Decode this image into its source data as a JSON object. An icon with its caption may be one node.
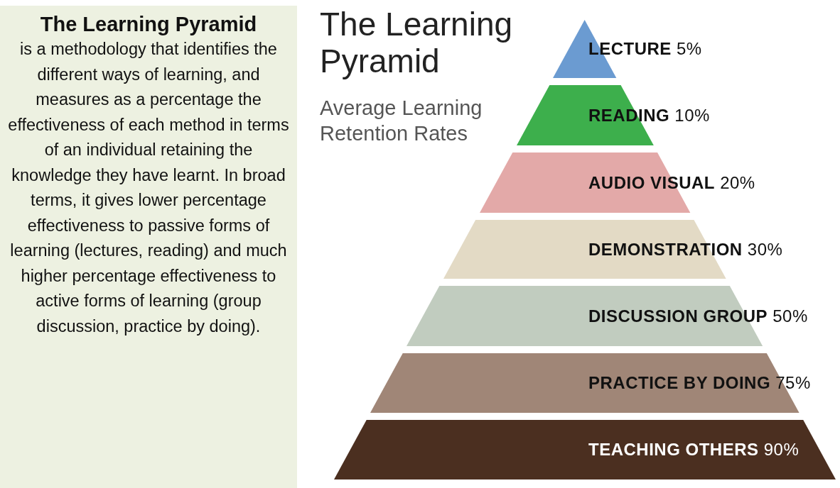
{
  "diagram": {
    "title": "The Learning Pyramid",
    "nodes": [
      {
        "text": [
          "The Learning Pyramid",
          "is a methodology that identifies the different ways of learning, and measures as a percentage the effectiveness of each method in terms of an individual retaining the knowledge they have learnt. In broad terms, it gives lower percentage effectiveness to passive forms of learning (lectures, reading) and much higher percentage effectiveness to active forms of learning (group discussion, practice by doing)."
        ]
      },
      {
        "text": [
          "**LECTURE** 5%"
        ]
      },
      {
        "text": [
          "**READING** 10%"
        ]
      },
      {
        "text": [
          "**AUDIO VISUAL** 20%"
        ]
      },
      {
        "text": [
          "**DEMONSTRATION** 30%"
        ]
      },
      {
        "text": [
          "**DISCUSSION GROUP** 50%"
        ]
      },
      {
        "text": [
          "**PRACTICE BY DOING** 75%"
        ]
      },
      {
        "text": [
          "**TEACHING OTHERS** 90%"
        ]
      }
    ],
    "edges": [],
    "labels": [
      "Average Learning Retention Rates"
    ]
  }
}
